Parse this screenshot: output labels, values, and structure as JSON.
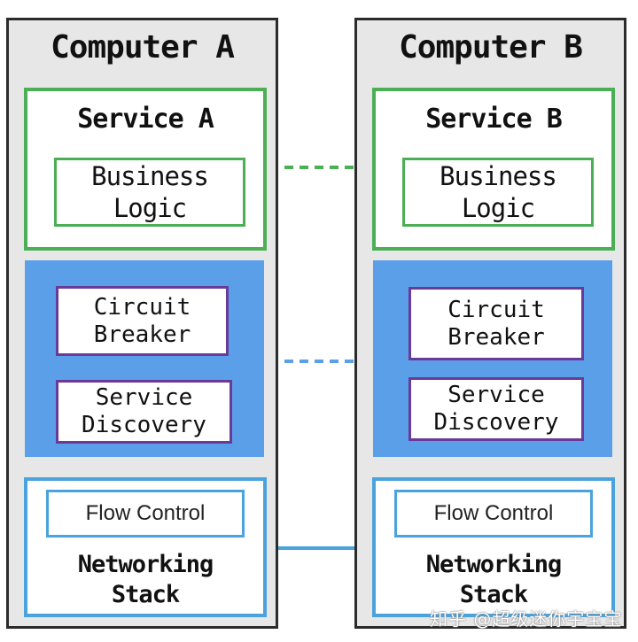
{
  "computers": [
    {
      "title": "Computer A",
      "service_title": "Service A",
      "business_logic": [
        "Business",
        "Logic"
      ],
      "circuit_breaker": [
        "Circuit",
        "Breaker"
      ],
      "service_discovery": [
        "Service",
        "Discovery"
      ],
      "flow_control": "Flow Control",
      "networking_stack": [
        "Networking",
        "Stack"
      ]
    },
    {
      "title": "Computer B",
      "service_title": "Service B",
      "business_logic": [
        "Business",
        "Logic"
      ],
      "circuit_breaker": [
        "Circuit",
        "Breaker"
      ],
      "service_discovery": [
        "Service",
        "Discovery"
      ],
      "flow_control": "Flow Control",
      "networking_stack": [
        "Networking",
        "Stack"
      ]
    }
  ],
  "colors": {
    "service_border": "#4cae55",
    "sidecar_fill": "#5b9fe8",
    "purple_border": "#6a3a9a",
    "network_border": "#4aa3dc",
    "logic_arrow": "#4cae55",
    "sidecar_arrow": "#5b9fe8",
    "network_arrow": "#4aa3dc"
  },
  "watermark": "知乎 @超级迷你宇宝宝"
}
